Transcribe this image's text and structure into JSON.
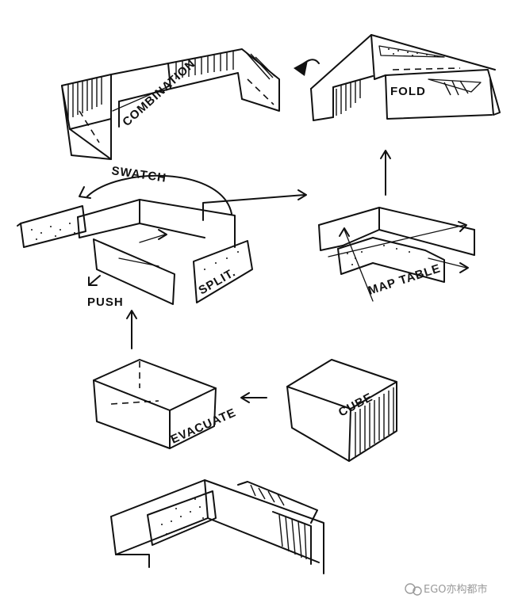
{
  "labels": {
    "combination": "COMBINATION",
    "fold": "FOLD",
    "swatch": "SWATCH",
    "push": "PUSH",
    "split": "SPLIT.",
    "map_table": "MAP TABLE",
    "evacuate": "EVACUATE",
    "cube": "CUBE"
  },
  "watermark": "EGO亦构都市",
  "colors": {
    "ink": "#111111",
    "paper": "#ffffff",
    "watermark": "#9a9a9a"
  }
}
